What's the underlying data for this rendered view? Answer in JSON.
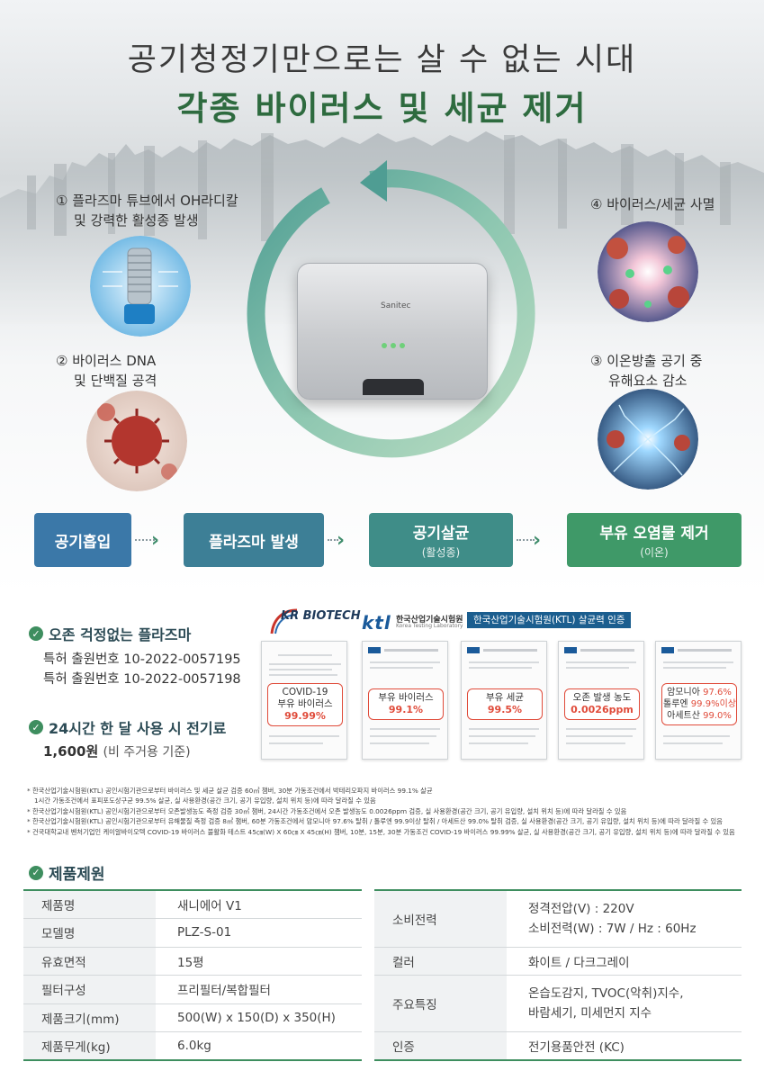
{
  "hero": {
    "title_line1": "공기청정기만으로는 살 수 없는 시대",
    "title_line2": "각종 바이러스 및 세균 제거",
    "device_brand": "Sanitec"
  },
  "steps": [
    {
      "number": "①",
      "line1": "플라즈마 튜브에서 OH라디칼",
      "line2": "및 강력한 활성종 발생"
    },
    {
      "number": "②",
      "line1": "바이러스 DNA",
      "line2": "및 단백질 공격"
    },
    {
      "number": "③",
      "line1": "이온방출 공기 중",
      "line2": "유해요소 감소"
    },
    {
      "number": "④",
      "line1": "바이러스/세균 사멸",
      "line2": ""
    }
  ],
  "process": [
    {
      "label": "공기흡입",
      "sub": "",
      "color": "#3b78a8"
    },
    {
      "label": "플라즈마 발생",
      "sub": "",
      "color": "#3d7f96"
    },
    {
      "label": "공기살균",
      "sub": "(활성종)",
      "color": "#3f8d88"
    },
    {
      "label": "부유 오염물 제거",
      "sub": "(이온)",
      "color": "#3f9968"
    }
  ],
  "features": {
    "ozone_title": "오존 걱정없는 플라즈마",
    "patent1": "특허 출원번호 10-2022-0057195",
    "patent2": "특허 출원번호 10-2022-0057198",
    "power_title": "24시간 한 달 사용 시 전기료",
    "power_price": "1,600원",
    "power_note": "(비 주거용 기준)"
  },
  "certs": {
    "kr_logo": "KR BIOTECH",
    "ktl_logo": "ktl",
    "ktl_name": "한국산업기술시험원",
    "ktl_eng": "Korea Testing Laboratory",
    "ktl_badge": "한국산업기술시험원(KTL) 살균력 인증",
    "items": [
      {
        "label1": "COVID-19",
        "label2": "부유 바이러스",
        "value": "99.99%"
      },
      {
        "label1": "부유 바이러스",
        "label2": "",
        "value": "99.1%"
      },
      {
        "label1": "부유 세균",
        "label2": "",
        "value": "99.5%"
      },
      {
        "label1": "오존 발생 농도",
        "label2": "",
        "value": "0.0026ppm"
      }
    ],
    "multi": [
      {
        "label": "암모니아",
        "value": "97.6%"
      },
      {
        "label": "톨루엔",
        "value": "99.9%이상"
      },
      {
        "label": "아세트산",
        "value": "99.0%"
      }
    ]
  },
  "notes": [
    "* 한국산업기술시험원(KTL) 공인시험기관으로부터 바이러스 및 세균 살균 검증 60㎥ 챔버, 30분 가동조건에서 박테리오파지 바이러스 99.1% 살균",
    "1시간 가동조건에서 표피포도상구균 99.5% 살균, 실 사용환경(공간 크기, 공기 유입량, 설치 위치 등)에 따라 달라질 수 있음",
    "* 한국산업기술시험원(KTL) 공인시험기관으로부터 오존발생농도 측정 검증 30㎥ 챔버, 24시간 가동조건에서 오존 발생농도 0.0026ppm 검증, 실 사용환경(공간 크기, 공기 유입량, 설치 위치 등)에 따라 달라질 수 있음",
    "* 한국산업기술시험원(KTL) 공인시험기관으로부터 유해물질 측정 검증 8㎥ 챔버, 60분 가동조건에서 암모니아 97.6% 탈취 / 톨루엔 99.9이상 탈취 / 아세트산 99.0% 탈취 검증, 실 사용환경(공간 크기, 공기 유입량, 설치 위치 등)에 따라 달라질 수 있음",
    "* 건국대학교내 벤처기업인 케이알바이오텍 COVID-19 바이러스 불활화 테스트 45㎝(W) X 60㎝ X 45㎝(H) 챔버, 10분, 15분, 30분 가동조건 COVID-19 바이러스 99.99% 살균, 실 사용환경(공간 크기, 공기 유입량, 설치 위치 등)에 따라 달라질 수 있음"
  ],
  "spec": {
    "title": "제품제원",
    "left": [
      {
        "key": "제품명",
        "value": "새니에어 V1"
      },
      {
        "key": "모델명",
        "value": "PLZ-S-01"
      },
      {
        "key": "유효면적",
        "value": "15평"
      },
      {
        "key": "필터구성",
        "value": "프리필터/복합필터"
      },
      {
        "key": "제품크기(mm)",
        "value": "500(W) x 150(D) x 350(H)"
      },
      {
        "key": "제품무게(kg)",
        "value": "6.0kg"
      }
    ],
    "right": [
      {
        "key": "소비전력",
        "line1": "정격전압(V) : 220V",
        "line2": "소비전력(W) : 7W / Hz : 60Hz"
      },
      {
        "key": "컬러",
        "line1": "화이트 / 다크그레이",
        "line2": ""
      },
      {
        "key": "주요특징",
        "line1": "온습도감지, TVOC(악취)지수,",
        "line2": "바람세기, 미세먼지 지수"
      },
      {
        "key": "인증",
        "line1": "전기용품안전 (KC)",
        "line2": ""
      }
    ]
  }
}
